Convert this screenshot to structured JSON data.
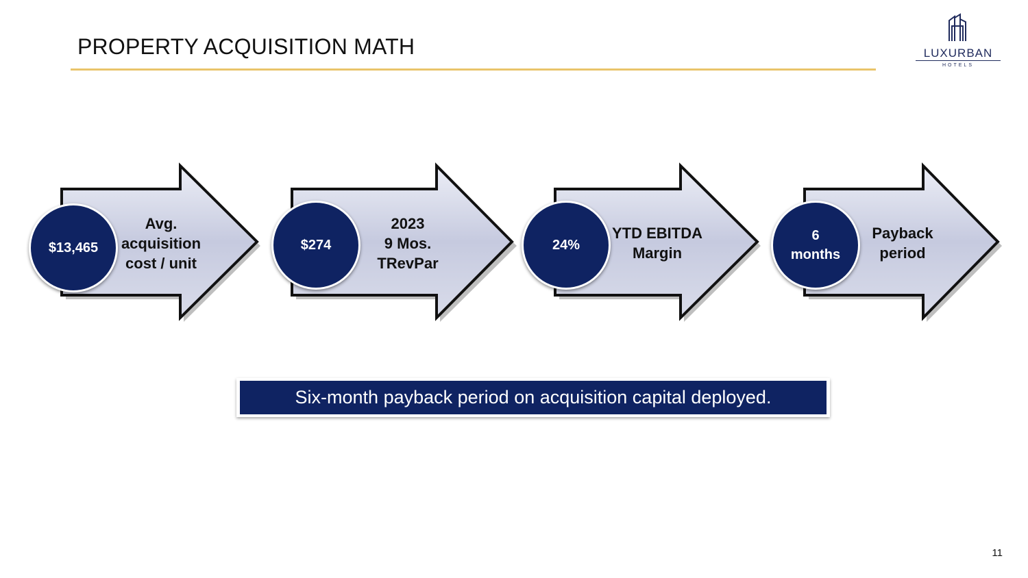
{
  "slide": {
    "title": "PROPERTY ACQUISITION MATH",
    "page_number": "11"
  },
  "logo": {
    "name": "LUXURBAN",
    "tagline": "HOTELS",
    "icon": "building-icon",
    "color": "#1f2a5c"
  },
  "colors": {
    "navy": "#0f2362",
    "accent_rule": "#e9c46a",
    "arrow_fill": "#c9cde0"
  },
  "steps": [
    {
      "value": "$13,465",
      "label_lines": [
        "Avg.",
        "acquisition",
        "cost / unit"
      ]
    },
    {
      "value": "$274",
      "label_lines": [
        "2023",
        "9 Mos.",
        "TRevPar"
      ]
    },
    {
      "value": "24%",
      "label_lines": [
        "YTD EBITDA",
        "Margin"
      ]
    },
    {
      "value_lines": [
        "6",
        "months"
      ],
      "label_lines": [
        "Payback",
        "period"
      ]
    }
  ],
  "callout": {
    "text": "Six-month payback period on acquisition capital deployed."
  }
}
